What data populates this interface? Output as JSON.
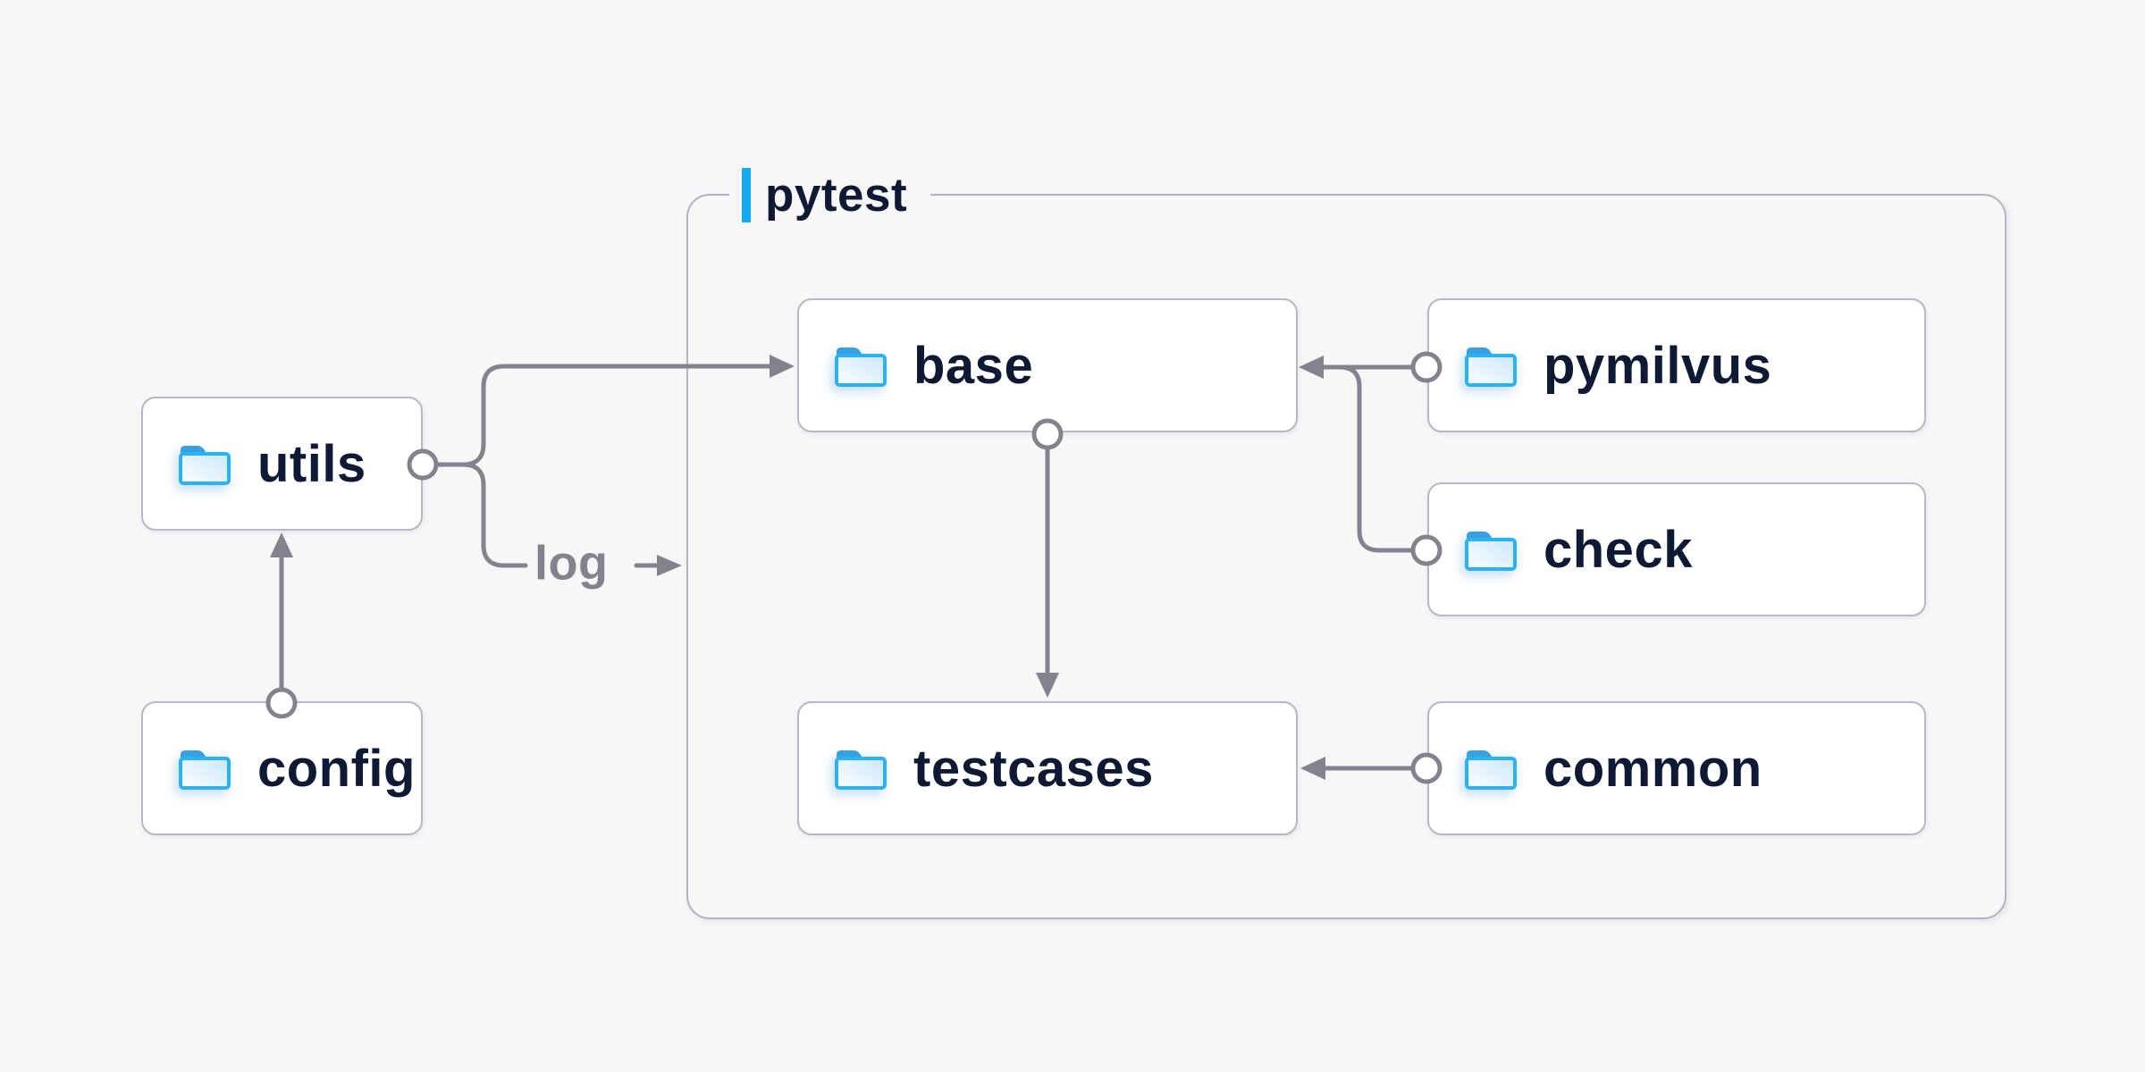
{
  "diagram": {
    "container_label": "pytest",
    "nodes": {
      "utils": {
        "label": "utils",
        "icon": "folder-icon"
      },
      "config": {
        "label": "config",
        "icon": "folder-icon"
      },
      "base": {
        "label": "base",
        "icon": "folder-icon"
      },
      "pymilvus": {
        "label": "pymilvus",
        "icon": "folder-icon"
      },
      "check": {
        "label": "check",
        "icon": "folder-icon"
      },
      "testcases": {
        "label": "testcases",
        "icon": "folder-icon"
      },
      "common": {
        "label": "common",
        "icon": "folder-icon"
      }
    },
    "edges": [
      {
        "from": "config",
        "to": "utils",
        "label": ""
      },
      {
        "from": "utils",
        "to": "base",
        "label": ""
      },
      {
        "from": "utils",
        "to": "pytest",
        "label": "log"
      },
      {
        "from": "pymilvus",
        "to": "base",
        "label": ""
      },
      {
        "from": "check",
        "to": "base",
        "label": ""
      },
      {
        "from": "base",
        "to": "testcases",
        "label": ""
      },
      {
        "from": "common",
        "to": "testcases",
        "label": ""
      }
    ],
    "colors": {
      "bg": "#f7f7f8",
      "nodeBg": "#ffffff",
      "nodeBorder": "#b7b8c2",
      "containerBorder": "#b3b4bf",
      "line": "#83838e",
      "text": "#0e1a33",
      "accent": "#16a8ec",
      "folderStroke": "#2ab2f3",
      "folderTab": "#38a0de",
      "folderFillA": "#fcfeff",
      "folderFillB": "#cbe7fa"
    }
  }
}
